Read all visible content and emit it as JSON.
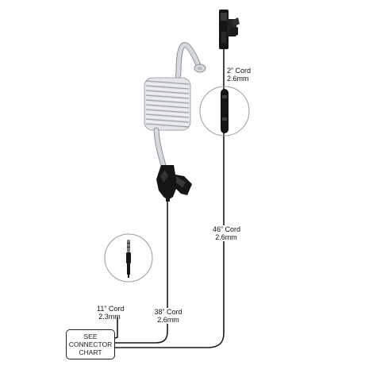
{
  "labels": {
    "top_cord": {
      "length": "2” Cord",
      "diameter": "2.6mm"
    },
    "long_cord": {
      "length": "46” Cord",
      "diameter": "2.6mm"
    },
    "mid_cord": {
      "length": "38” Cord",
      "diameter": "2.6mm"
    },
    "plug_cord": {
      "length": "11” Cord",
      "diameter": "2.3mm"
    }
  },
  "connector_chart": {
    "line1": "SEE",
    "line2": "CONNECTOR",
    "line3": "CHART"
  },
  "colors": {
    "cable": "#1a1a1a",
    "tube": "#c9ccd0",
    "tube_edge": "#8e9296",
    "callout_circle": "#9a9a9a",
    "component": "#151515"
  }
}
